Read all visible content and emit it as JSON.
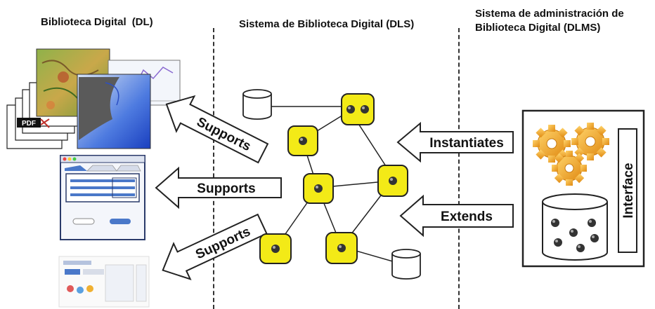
{
  "headers": {
    "dl_title": "Biblioteca Digital",
    "dl_abbr": "(DL)",
    "dls": "Sistema de Biblioteca Digital (DLS)",
    "dlms_line1": "Sistema de administración de",
    "dlms_line2": "Biblioteca Digital (DLMS)"
  },
  "arrows": {
    "supports_top": "Supports",
    "supports_middle": "Supports",
    "supports_bottom": "Supports",
    "instantiates": "Instantiates",
    "extends": "Extends"
  },
  "dlms_box": {
    "interface_label": "Interface"
  },
  "left_panel": {
    "pdf_badge": "PDF"
  },
  "colors": {
    "node_fill": "#f3ea17",
    "node_stroke": "#222222",
    "gear": "#f0a323",
    "panel_blue": "#4a78c9"
  }
}
